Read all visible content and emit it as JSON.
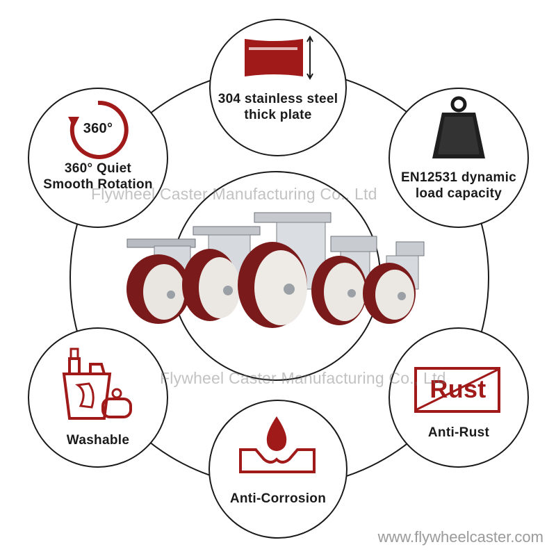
{
  "features": {
    "plate": {
      "line1": "304 stainless steel",
      "line2": "thick plate"
    },
    "rotation": {
      "badge": "360°",
      "line1": "360°  Quiet",
      "line2": "Smooth Rotation"
    },
    "load": {
      "line1": "EN12531 dynamic",
      "line2": "load capacity"
    },
    "washable": {
      "label": "Washable"
    },
    "rust": {
      "stamp": "Rust",
      "label": "Anti-Rust"
    },
    "corrosion": {
      "label": "Anti-Corrosion"
    }
  },
  "watermark": {
    "text": "Flywheel Caster Manufacturing Co., Ltd"
  },
  "website": {
    "text": "www.flywheelcaster.com"
  },
  "colors": {
    "accent": "#a11a1a",
    "wheel": "#7a1a1a",
    "outline": "#1a1a1a"
  },
  "icons": [
    "steel-plate-icon",
    "rotation-360-icon",
    "weight-icon",
    "cleaning-icon",
    "rust-stamp-icon",
    "water-drop-icon"
  ]
}
